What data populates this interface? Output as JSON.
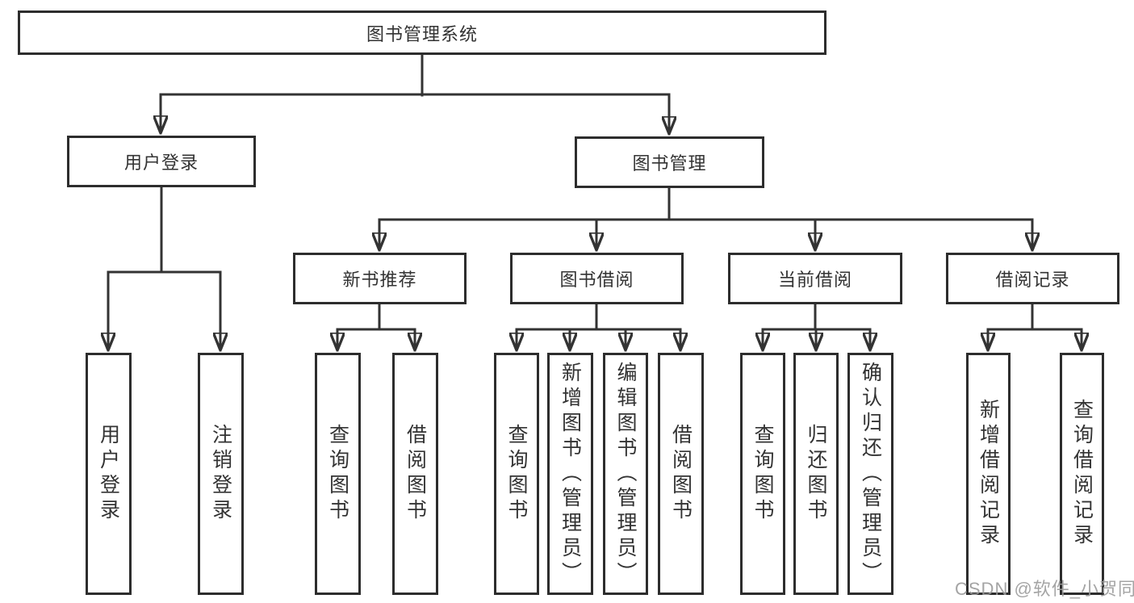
{
  "diagram": {
    "tree": {
      "label": "图书管理系统",
      "children": [
        {
          "label": "用户登录",
          "children": [
            {
              "label": "用户登录"
            },
            {
              "label": "注销登录"
            }
          ]
        },
        {
          "label": "图书管理",
          "children": [
            {
              "label": "新书推荐",
              "children": [
                {
                  "label": "查询图书"
                },
                {
                  "label": "借阅图书"
                }
              ]
            },
            {
              "label": "图书借阅",
              "children": [
                {
                  "label": "查询图书"
                },
                {
                  "label": "新增图书（管理员）"
                },
                {
                  "label": "编辑图书（管理员）"
                },
                {
                  "label": "借阅图书"
                }
              ]
            },
            {
              "label": "当前借阅",
              "children": [
                {
                  "label": "查询图书"
                },
                {
                  "label": "归还图书"
                },
                {
                  "label": "确认归还（管理员）"
                }
              ]
            },
            {
              "label": "借阅记录",
              "children": [
                {
                  "label": "新增借阅记录"
                },
                {
                  "label": "查询借阅记录"
                }
              ]
            }
          ]
        }
      ]
    },
    "colors": {
      "line": "#333333",
      "box_border": "#2d2d2d",
      "text": "#333333",
      "background": "#ffffff",
      "watermark": "#9b9b9b"
    }
  },
  "watermark": {
    "text": "CSDN @软件_小贺同学"
  }
}
